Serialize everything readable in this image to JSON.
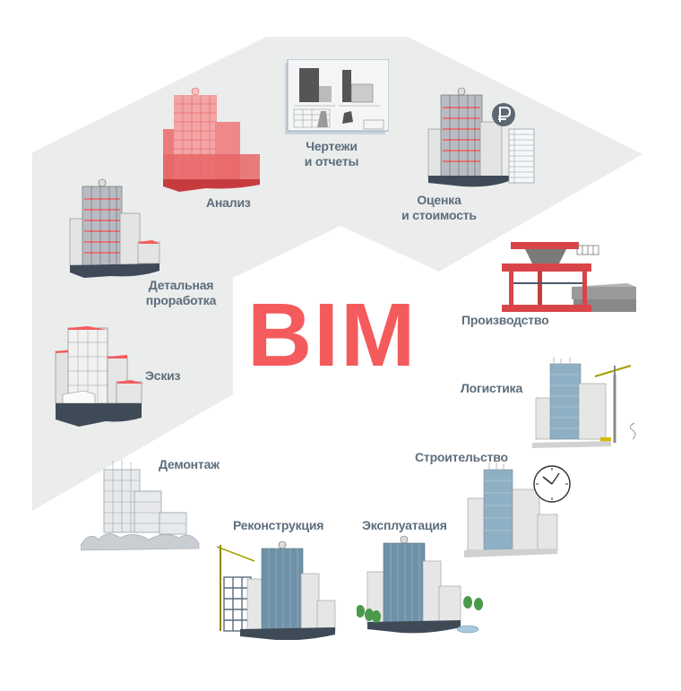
{
  "title": "BIM",
  "colors": {
    "accent": "#f45b5d",
    "label": "#5d6d7c",
    "background_shape": "#ebecec",
    "background": "#ffffff",
    "glass_blue": "#7c9bb0",
    "dark_base": "#4a5562"
  },
  "stages": [
    {
      "id": "sketch",
      "label": "Эскиз",
      "icon": "sketch-building-icon"
    },
    {
      "id": "detailed",
      "label_line1": "Детальная",
      "label_line2": "проработка",
      "icon": "detailed-building-icon"
    },
    {
      "id": "analysis",
      "label": "Анализ",
      "icon": "analysis-building-icon"
    },
    {
      "id": "drawings",
      "label_line1": "Чертежи",
      "label_line2": "и отчеты",
      "icon": "drawing-sheet-icon"
    },
    {
      "id": "estimate",
      "label_line1": "Оценка",
      "label_line2": "и стоимость",
      "icon": "ruble-building-icon"
    },
    {
      "id": "production",
      "label": "Производство",
      "icon": "factory-frame-icon"
    },
    {
      "id": "logistics",
      "label": "Логистика",
      "icon": "crane-building-icon"
    },
    {
      "id": "construction",
      "label": "Строительство",
      "icon": "clock-building-icon"
    },
    {
      "id": "operation",
      "label": "Эксплуатация",
      "icon": "operating-building-icon"
    },
    {
      "id": "reconstruction",
      "label": "Реконструкция",
      "icon": "reconstruction-building-icon"
    },
    {
      "id": "demolition",
      "label": "Демонтаж",
      "icon": "demolished-building-icon"
    }
  ]
}
